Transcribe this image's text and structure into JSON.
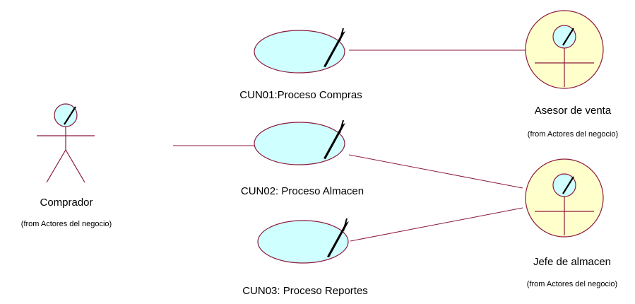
{
  "use_cases": [
    {
      "label": "CUN01:Proceso Compras"
    },
    {
      "label": "CUN02: Proceso Almacen"
    },
    {
      "label": "CUN03: Proceso Reportes"
    }
  ],
  "actors": [
    {
      "name": "Comprador",
      "from": "(from Actores del negocio)"
    },
    {
      "name": "Asesor de venta",
      "from": "(from Actores del negocio)"
    },
    {
      "name": "Jefe de almacen",
      "from": "(from Actores del negocio)"
    }
  ],
  "colors": {
    "line": "#8b1a3c",
    "use_case_fill": "#cfffff",
    "worker_fill": "#ffffcc",
    "head_fill": "#cfffff",
    "ink": "#000000"
  },
  "icons": {
    "business_actor": "stick-figure-business-actor",
    "business_worker": "business-worker-circle",
    "business_use_case": "business-use-case-ellipse"
  }
}
